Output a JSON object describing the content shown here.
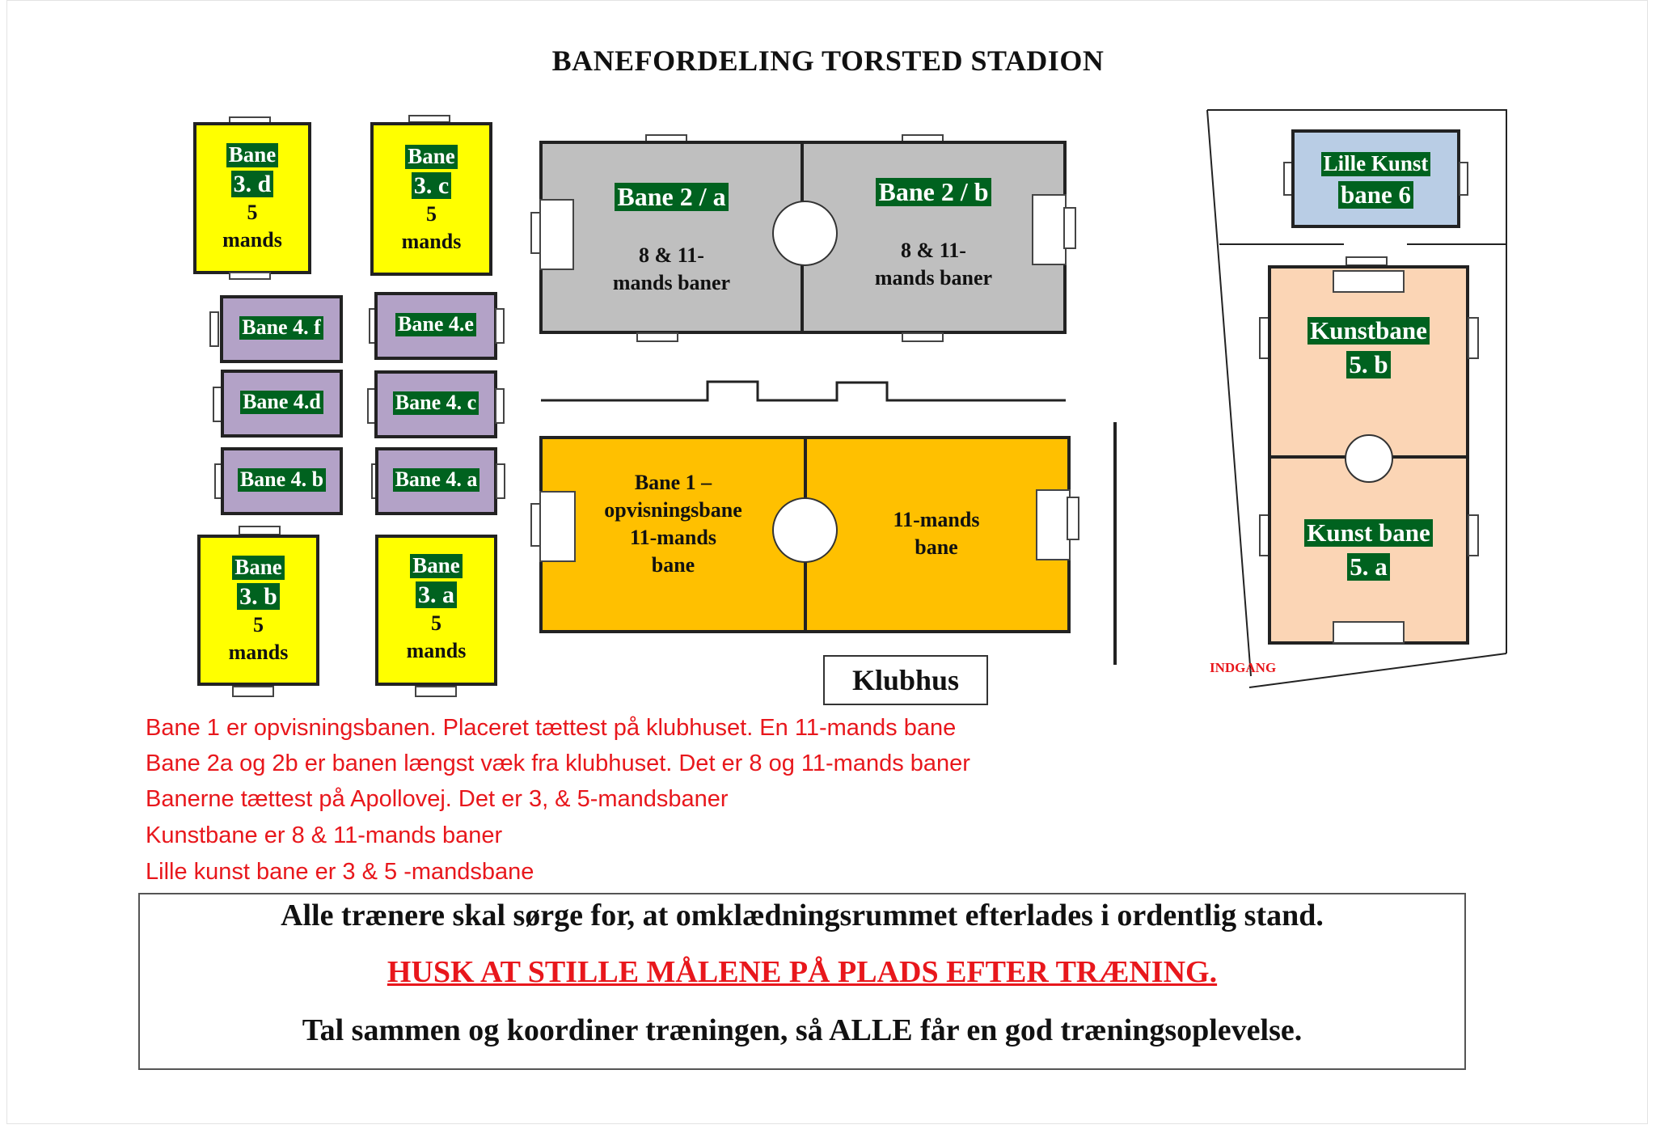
{
  "title": "BANEFORDELING TORSTED STADION",
  "fields": {
    "bane_3d": {
      "line1": "Bane",
      "line2": "3. d",
      "line3": "5",
      "line4": "mands"
    },
    "bane_3c": {
      "line1": "Bane",
      "line2": "3. c",
      "line3": "5",
      "line4": "mands"
    },
    "bane_3b": {
      "line1": "Bane",
      "line2": "3. b",
      "line3": "5",
      "line4": "mands"
    },
    "bane_3a": {
      "line1": "Bane",
      "line2": "3. a",
      "line3": "5",
      "line4": "mands"
    },
    "bane_4f": "Bane 4. f",
    "bane_4e": "Bane 4.e",
    "bane_4d": "Bane 4.d",
    "bane_4c": "Bane 4. c",
    "bane_4b": "Bane 4. b",
    "bane_4a": "Bane 4. a",
    "bane_2a": {
      "name": "Bane 2 / a",
      "desc1": "8 & 11-",
      "desc2": "mands baner"
    },
    "bane_2b": {
      "name": "Bane 2 / b",
      "desc1": "8 & 11-",
      "desc2": "mands baner"
    },
    "bane_1_left": {
      "line1": "Bane 1 –",
      "line2": "opvisningsbane",
      "line3": "11-mands",
      "line4": "bane"
    },
    "bane_1_right": {
      "line1": "11-mands",
      "line2": "bane"
    },
    "bane_6": {
      "line1": "Lille Kunst",
      "line2": "bane 6"
    },
    "bane_5b": {
      "line1": "Kunstbane",
      "line2": "5. b"
    },
    "bane_5a": {
      "line1": "Kunst bane",
      "line2": "5.  a"
    }
  },
  "klubhus": "Klubhus",
  "indgang": "INDGANG",
  "notes": [
    "Bane 1 er opvisningsbanen. Placeret tættest på klubhuset. En 11-mands bane",
    "Bane 2a og 2b er banen længst væk fra klubhuset. Det er 8 og 11-mands baner",
    "Banerne tættest på Apollovej. Det er 3, & 5-mandsbaner",
    "Kunstbane er 8 & 11-mands baner",
    "Lille kunst bane er 3 & 5 -mandsbane"
  ],
  "box": {
    "line1": "Alle trænere skal sørge for, at omklædningsrummet efterlades i ordentlig stand.",
    "line2": "HUSK AT STILLE MÅLENE PÅ PLADS EFTER TRÆNING.",
    "line3": "Tal sammen og koordiner træningen, så ALLE får en god træningsoplevelse."
  },
  "colors": {
    "yellow": "#ffff00",
    "purple": "#b3a2c7",
    "grey": "#bfbfbf",
    "orange": "#ffc000",
    "peach": "#fbd5b5",
    "blue": "#b9cde5",
    "label_bg": "#00621f",
    "red": "#e8171c"
  }
}
